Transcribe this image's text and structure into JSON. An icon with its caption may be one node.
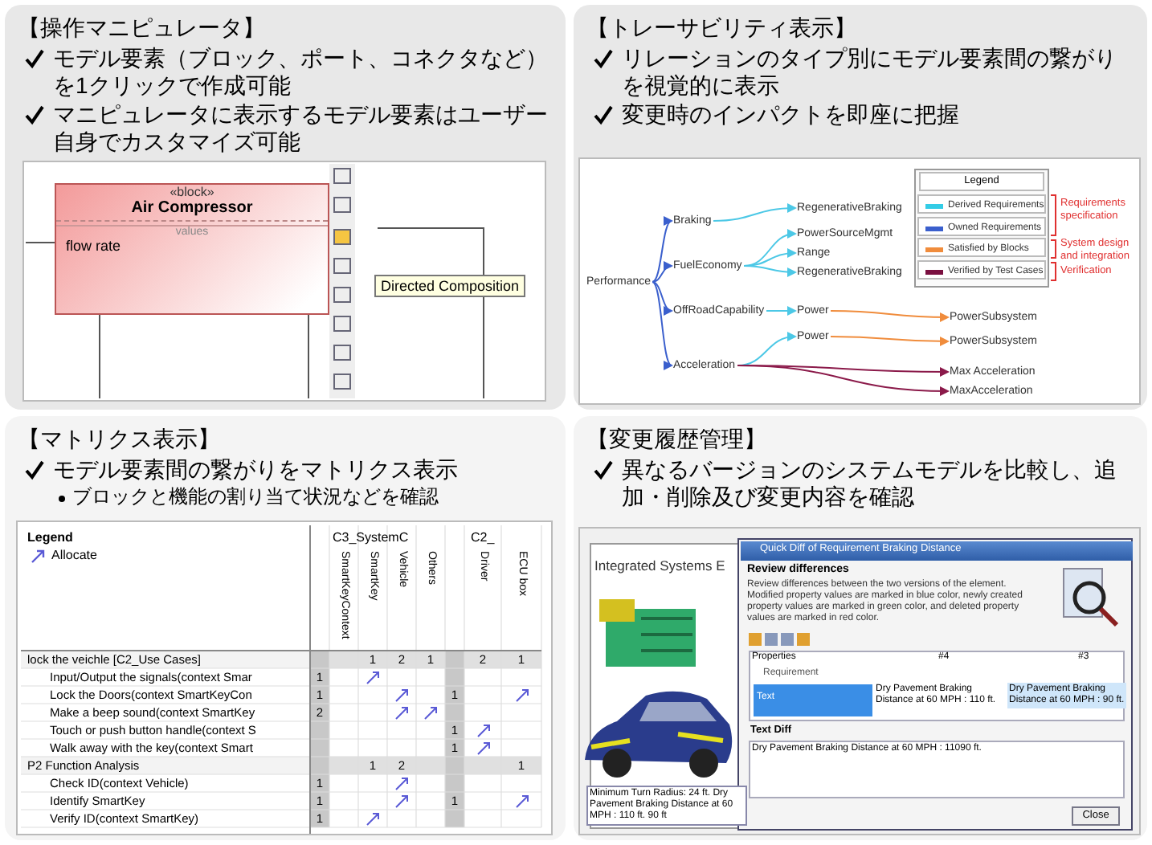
{
  "diagram": {
    "nodes": [
      {
        "text": [
          "【操作マニピュレータ】",
          "モデル要素（ブロック、ポート、コネクタなど）を1クリックで作成可能",
          "マニピュレータに表示するモデル要素はユーザー自身でカスタマイズ可能"
        ]
      },
      {
        "text": [
          "«block»",
          "Air Compressor",
          "values",
          "flow rate"
        ],
        "in": 0
      },
      {
        "text": [
          "【トレーサビリティ表示】",
          "リレーションのタイプ別にモデル要素間の繋がりを視覚的に表示",
          "変更時のインパクトを即座に把握"
        ]
      },
      {
        "text": [
          "Performance"
        ],
        "in": 2
      },
      {
        "text": [
          "Braking"
        ],
        "in": 2
      },
      {
        "text": [
          "FuelEconomy"
        ],
        "in": 2
      },
      {
        "text": [
          "OffRoadCapability"
        ],
        "in": 2
      },
      {
        "text": [
          "Acceleration"
        ],
        "in": 2
      },
      {
        "text": [
          "RegenerativeBraking"
        ],
        "in": 2
      },
      {
        "text": [
          "PowerSourceMgmt"
        ],
        "in": 2
      },
      {
        "text": [
          "Range"
        ],
        "in": 2
      },
      {
        "text": [
          "RegenerativeBraking"
        ],
        "in": 2
      },
      {
        "text": [
          "Power"
        ],
        "in": 2
      },
      {
        "text": [
          "Power"
        ],
        "in": 2
      },
      {
        "text": [
          "PowerSubsystem"
        ],
        "in": 2
      },
      {
        "text": [
          "PowerSubsystem"
        ],
        "in": 2
      },
      {
        "text": [
          "Max Acceleration"
        ],
        "in": 2
      },
      {
        "text": [
          "MaxAcceleration"
        ],
        "in": 2
      },
      {
        "text": [
          "【マトリクス表示】",
          "モデル要素間の繋がりをマトリクス表示",
          "ブロックと機能の割り当て状況などを確認"
        ]
      },
      {
        "text": [
          "【変更履歴管理】",
          "異なるバージョンのシステムモデルを比較し、追加・削除及び変更内容を確認"
        ]
      }
    ],
    "edges": [
      {
        "from": 3,
        "to": 4,
        "arrow": "to",
        "color": "#3a5fcd"
      },
      {
        "from": 3,
        "to": 5,
        "arrow": "to",
        "color": "#3a5fcd"
      },
      {
        "from": 3,
        "to": 6,
        "arrow": "to",
        "color": "#3a5fcd"
      },
      {
        "from": 3,
        "to": 7,
        "arrow": "to",
        "color": "#3a5fcd"
      },
      {
        "from": 4,
        "to": 8,
        "arrow": "to"
      },
      {
        "from": 5,
        "to": 9,
        "arrow": "to"
      },
      {
        "from": 5,
        "to": 10,
        "arrow": "to"
      },
      {
        "from": 5,
        "to": 11,
        "arrow": "to"
      },
      {
        "from": 6,
        "to": 12,
        "arrow": "to"
      },
      {
        "from": 7,
        "to": 13,
        "arrow": "to"
      },
      {
        "from": 12,
        "to": 14,
        "arrow": "to",
        "color": "#f08c3c"
      },
      {
        "from": 13,
        "to": 15,
        "arrow": "to",
        "color": "#f08c3c"
      },
      {
        "from": 7,
        "to": 16,
        "arrow": "to",
        "color": "#8b1a4a"
      },
      {
        "from": 7,
        "to": 17,
        "arrow": "to",
        "color": "#8b1a4a"
      }
    ],
    "labels": [
      "Directed Composition",
      "Legend",
      "Requirements specification",
      "System design and integration",
      "Verification",
      "Legend",
      "C3_SystemC",
      "C2_",
      "SmartKeyContext",
      "SmartKey",
      "Vehicle",
      "Others",
      "Driver",
      "ECU box",
      "lock the veichle [C2_Use Cases]",
      "1",
      "2",
      "1",
      "2",
      "1",
      "Input/Output the signals(context Smar",
      "1",
      "Lock the Doors(context SmartKeyCon",
      "1",
      "1",
      "Make a beep sound(context SmartKey",
      "2",
      "Touch or push button handle(context S",
      "1",
      "Walk away with the key(context Smart",
      "1",
      "P2 Function Analysis",
      "1",
      "2",
      "1",
      "Check ID(context Vehicle)",
      "1",
      "Identify SmartKey",
      "1",
      "1",
      "Verify ID(context SmartKey)",
      "1",
      "Integrated Systems E",
      "Quick Diff of Requirement Braking Distance",
      "Review differences",
      "Review differences between the two versions of the element. Modified property values are marked in blue color, newly created property values are marked in green color, and deleted property values are marked in red color.",
      "Properties",
      "#4",
      "#3",
      "Requirement",
      "Text",
      "Dry Pavement Braking Distance at 60 MPH : 110 ft.",
      "Dry Pavement Braking Distance at 60 MPH : 90 ft.",
      "Text Diff",
      "Dry Pavement Braking Distance at 60 MPH : 11090 ft.",
      "Close",
      "Minimum Turn Radius: 24 ft. Dry Pavement Braking Distance at 60 MPH : 110 ft. 90 ft"
    ],
    "legend": [
      {
        "text": "Derived Requirements",
        "color": "#33cce6"
      },
      {
        "text": "Owned Requirements",
        "color": "#3a5fcd"
      },
      {
        "text": "Satisfied by Blocks",
        "color": "#f08c3c"
      },
      {
        "text": "Verified by Test Cases",
        "color": "#7a1040"
      },
      {
        "text": "Allocate"
      }
    ]
  }
}
